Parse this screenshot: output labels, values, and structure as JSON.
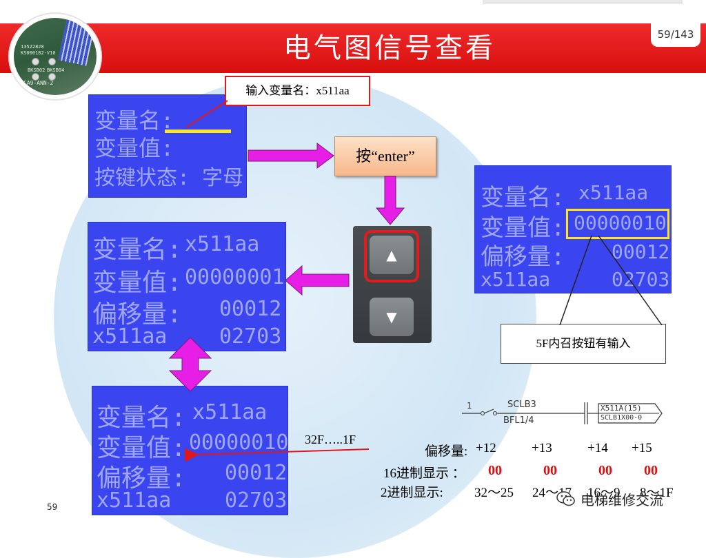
{
  "slide": {
    "title": "电气图信号查看",
    "page_badge": "59/143",
    "footer_number": "59"
  },
  "photo": {
    "board_code_1": "13522828",
    "board_code_2": "KS000182-V10",
    "board_code_3": "CA9-ANN-2",
    "btn_label_1": "BKSB02",
    "btn_label_2": "BKSB04"
  },
  "lcd_input": {
    "row1": "变量名:",
    "row2": "变量值:",
    "row3": "按键状态: 字母"
  },
  "callout_input": {
    "text": "输入变量名：x511aa"
  },
  "enter_button": {
    "text": "按“enter”"
  },
  "keypad": {
    "up_symbol": "▲",
    "down_symbol": "▼"
  },
  "lcd_result": {
    "name_label": "变量名:",
    "name_value": "x511aa",
    "value_label": "变量值:",
    "value_value": "00000001",
    "offset_label": "偏移量:",
    "offset_value": "00012",
    "last_label": "x511aa",
    "last_value": "02703"
  },
  "lcd_right": {
    "name_label": "变量名:",
    "name_value": "x511aa",
    "value_label": "变量值:",
    "value_value": "00000010",
    "offset_label": "偏移量:",
    "offset_value": "00012",
    "last_label": "x511aa",
    "last_value": "02703"
  },
  "lcd_bottom": {
    "name_label": "变量名:",
    "name_value": "x511aa",
    "value_label": "变量值:",
    "value_value": "00000010",
    "offset_label": "偏移量:",
    "offset_value": "00012",
    "last_label": "x511aa",
    "last_value": "02703"
  },
  "note_5f": {
    "text": "5F内召按钮有输入"
  },
  "floor_range": {
    "text": "32F…..1F"
  },
  "circuit": {
    "contact_num": "1",
    "switch_label": "SCLB3",
    "sub_label": "BFL1/4",
    "signal_top": "X511A(15)",
    "signal_bottom": "SCLB1X00-0"
  },
  "table": {
    "offset_label": "偏移量:",
    "offsets": [
      "+12",
      "+13",
      "+14",
      "+15"
    ],
    "hex_label": "16进制显示 ：",
    "hex_values": [
      "00",
      "00",
      "00",
      "00"
    ],
    "bin_label": "2进制显示:",
    "bin_ranges": [
      "32～25",
      "24～17",
      "16～9",
      "8～1F"
    ]
  },
  "watermark": {
    "text": "电梯维修交流"
  },
  "colors": {
    "title_red": "#e01818",
    "lcd_blue": "#3a45ef",
    "arrow_magenta": "#e61ee6",
    "highlight_yellow": "#ffe81a"
  }
}
